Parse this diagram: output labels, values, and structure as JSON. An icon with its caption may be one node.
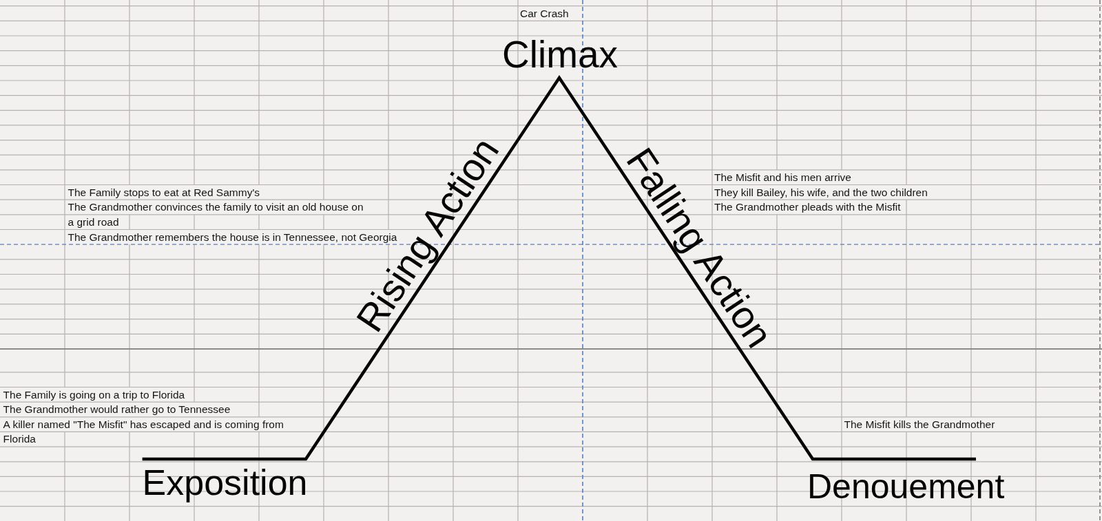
{
  "diagram": {
    "labels": [
      "Car Crash",
      "Climax",
      "Rising Action",
      "Falling Action",
      "The Misfit and his men arrive",
      "They kill Bailey, his wife, and the two children",
      "The Grandmother pleads with the Misfit",
      "The Family stops to eat at Red Sammy's",
      "The Grandmother convinces the family to visit an old house on a grid road",
      "The Grandmother remembers the house is in Tennessee, not Georgia",
      "The Family is going on a trip to Florida",
      "The Grandmother would rather go to Tennessee",
      "A killer named \"The Misfit\" has escaped and is coming from Florida",
      "The Misfit kills the Grandmother",
      "Exposition",
      "Denouement"
    ]
  }
}
